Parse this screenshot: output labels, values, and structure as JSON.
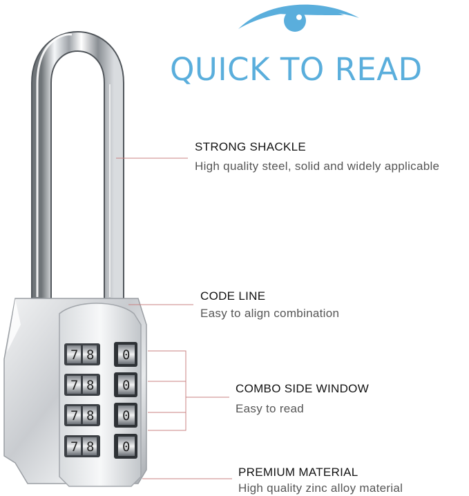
{
  "headline": "QUICK TO READ",
  "features": [
    {
      "title": "STRONG SHACKLE",
      "desc": "High quality steel, solid and widely applicable"
    },
    {
      "title": "CODE LINE",
      "desc": "Easy to align combination"
    },
    {
      "title": "COMBO SIDE WINDOW",
      "desc": "Easy to read"
    },
    {
      "title": "PREMIUM MATERIAL",
      "desc": "High quality zinc alloy material"
    }
  ],
  "dials": {
    "front": [
      "7",
      "8"
    ],
    "side": "0"
  },
  "colors": {
    "accent": "#5aaedc",
    "leader_line": "#c98080"
  },
  "icons": [
    "eye-icon",
    "padlock-illustration"
  ]
}
